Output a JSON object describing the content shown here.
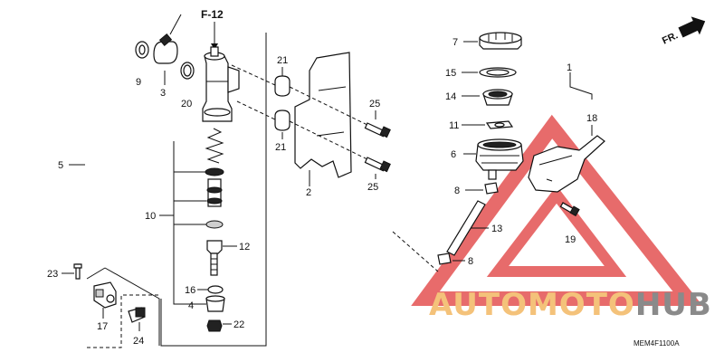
{
  "diagram": {
    "ref_label": "F-12",
    "direction_label": "FR.",
    "code": "MEM4F1100A",
    "callouts": {
      "c1": "1",
      "c2": "2",
      "c3": "3",
      "c4": "4",
      "c5": "5",
      "c6": "6",
      "c7": "7",
      "c8a": "8",
      "c8b": "8",
      "c9": "9",
      "c10": "10",
      "c11": "11",
      "c12": "12",
      "c13": "13",
      "c14": "14",
      "c15": "15",
      "c16": "16",
      "c17": "17",
      "c18": "18",
      "c19": "19",
      "c20": "20",
      "c21a": "21",
      "c21b": "21",
      "c22": "22",
      "c23": "23",
      "c24": "24",
      "c25a": "25",
      "c25b": "25"
    }
  },
  "watermark": {
    "part1": "AUTOMOTO",
    "part2": "HUB",
    "color_primary": "#f4c27a",
    "color_secondary": "#8a8a8a",
    "triangle_color": "#e03a3a"
  }
}
